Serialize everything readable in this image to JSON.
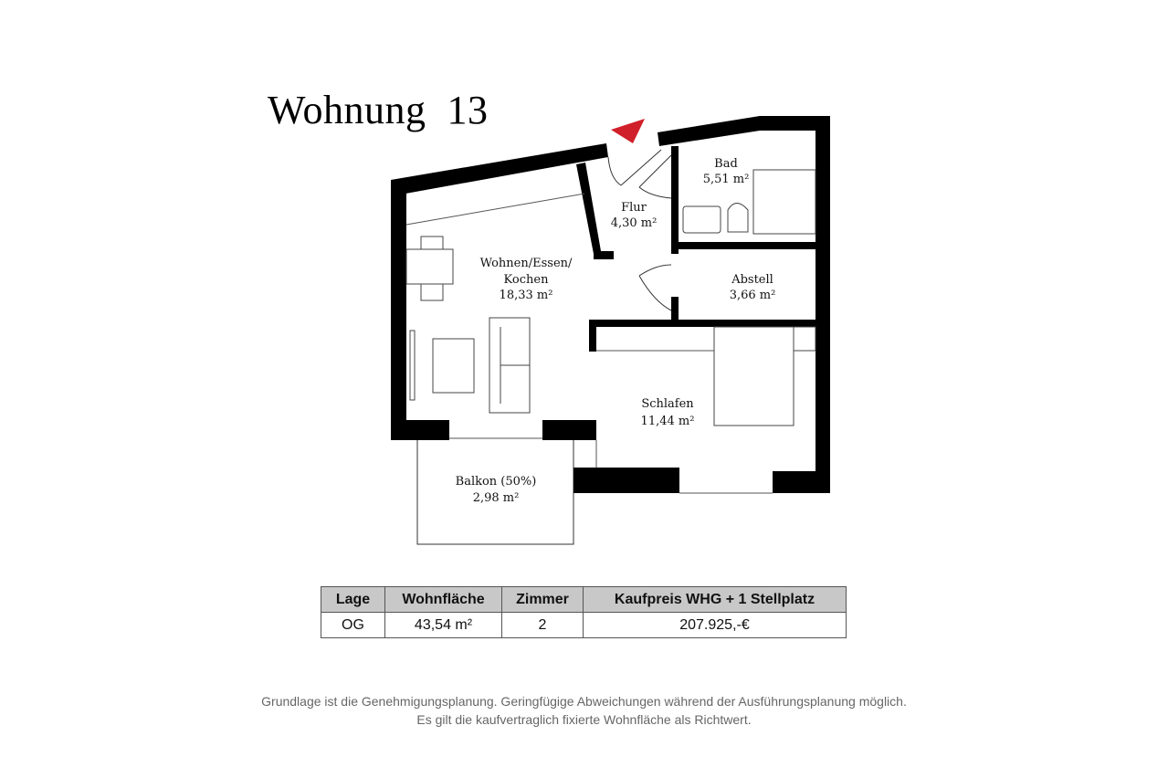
{
  "title": "Wohnung  13",
  "rooms": {
    "bad": {
      "name": "Bad",
      "area": "5,51 m²"
    },
    "flur": {
      "name": "Flur",
      "area": "4,30 m²"
    },
    "wohnen": {
      "line1": "Wohnen/Essen/",
      "line2": "Kochen",
      "area": "18,33 m²"
    },
    "abstell": {
      "name": "Abstell",
      "area": "3,66 m²"
    },
    "schlafen": {
      "name": "Schlafen",
      "area": "11,44 m²"
    },
    "balkon": {
      "name": "Balkon (50%)",
      "area": "2,98 m²"
    }
  },
  "colors": {
    "entrance_marker": "#d0202a",
    "wall": "#000000",
    "header_bg": "#c8c8c8"
  },
  "table": {
    "headers": [
      "Lage",
      "Wohnfläche",
      "Zimmer",
      "Kaufpreis WHG + 1 Stellplatz"
    ],
    "row": [
      "OG",
      "43,54 m²",
      "2",
      "207.925,-€"
    ]
  },
  "footnote": {
    "line1": "Grundlage ist die Genehmigungsplanung. Geringfügige Abweichungen während der Ausführungsplanung möglich.",
    "line2": "Es gilt die kaufvertraglich fixierte Wohnfläche als Richtwert."
  }
}
